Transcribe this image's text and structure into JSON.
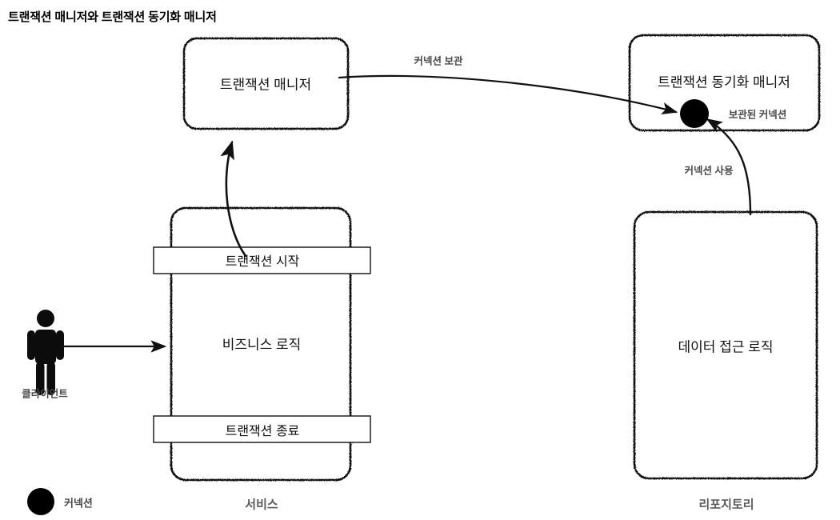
{
  "title": "트랜잭션 매니저와 트랜잭션 동기화 매니저",
  "nodes": {
    "transaction_manager": {
      "label": "트랜잭션 매니저"
    },
    "transaction_sync_manager": {
      "label": "트랜잭션 동기화 매니저"
    },
    "business_logic": {
      "label": "비즈니스 로직"
    },
    "data_access_logic": {
      "label": "데이터 접근 로직"
    },
    "transaction_start_bar": {
      "label": "트랜잭션 시작"
    },
    "transaction_end_bar": {
      "label": "트랜잭션 종료"
    }
  },
  "group_labels": {
    "service": "서비스",
    "repository": "리포지토리"
  },
  "edges": [
    {
      "name": "store-connection",
      "label": "커넥션 보관"
    },
    {
      "name": "stored-connection",
      "label": "보관된 커넥션"
    },
    {
      "name": "use-connection",
      "label": "커넥션 사용"
    }
  ],
  "actor": {
    "label": "클라이언트"
  },
  "legend": {
    "connection_label": "커넥션"
  },
  "colors": {
    "stroke": "#111111",
    "text": "#111111",
    "muted_text": "#4a4a4a",
    "group_text": "#5a5a5a",
    "background": "#ffffff",
    "connection_dot": "#000000"
  }
}
